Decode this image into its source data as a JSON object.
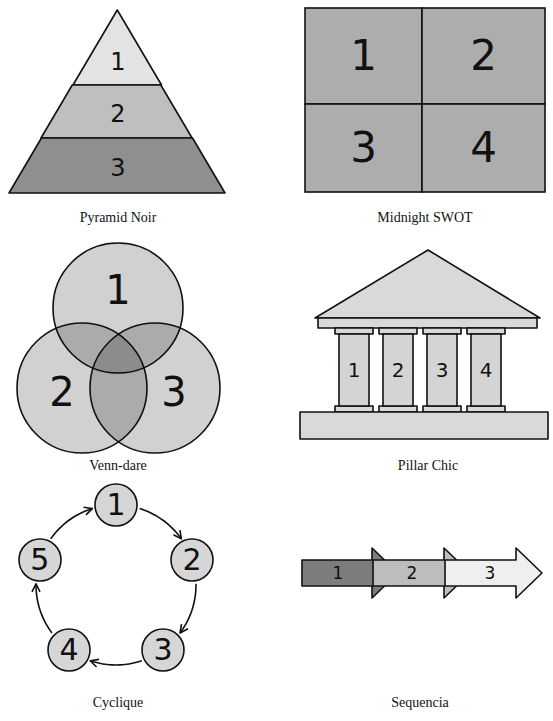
{
  "diagram": {
    "nodes": [
      {
        "text": [
          "1"
        ]
      },
      {
        "text": [
          "2"
        ]
      },
      {
        "text": [
          "3"
        ]
      },
      {
        "text": [
          "1"
        ]
      },
      {
        "text": [
          "2"
        ]
      },
      {
        "text": [
          "3"
        ]
      },
      {
        "text": [
          "4"
        ]
      },
      {
        "text": [
          "1"
        ]
      },
      {
        "text": [
          "2"
        ]
      },
      {
        "text": [
          "3"
        ]
      },
      {
        "text": [
          "1"
        ]
      },
      {
        "text": [
          "2"
        ]
      },
      {
        "text": [
          "3"
        ]
      },
      {
        "text": [
          "4"
        ]
      },
      {
        "text": [
          "1"
        ]
      },
      {
        "text": [
          "2"
        ]
      },
      {
        "text": [
          "3"
        ]
      },
      {
        "text": [
          "4"
        ]
      },
      {
        "text": [
          "5"
        ]
      },
      {
        "text": [
          "1"
        ]
      },
      {
        "text": [
          "2"
        ]
      },
      {
        "text": [
          "3"
        ]
      }
    ],
    "edges": [
      {
        "from": 14,
        "to": 15,
        "arrow": "to"
      },
      {
        "from": 15,
        "to": 16,
        "arrow": "to"
      },
      {
        "from": 16,
        "to": 17,
        "arrow": "to"
      },
      {
        "from": 17,
        "to": 18,
        "arrow": "to"
      },
      {
        "from": 18,
        "to": 14,
        "arrow": "to"
      }
    ],
    "labels": [
      "Pyramid Noir",
      "Midnight SWOT",
      "Venn-dare",
      "Pillar Chic",
      "Cyclique",
      "Sequencia"
    ]
  }
}
